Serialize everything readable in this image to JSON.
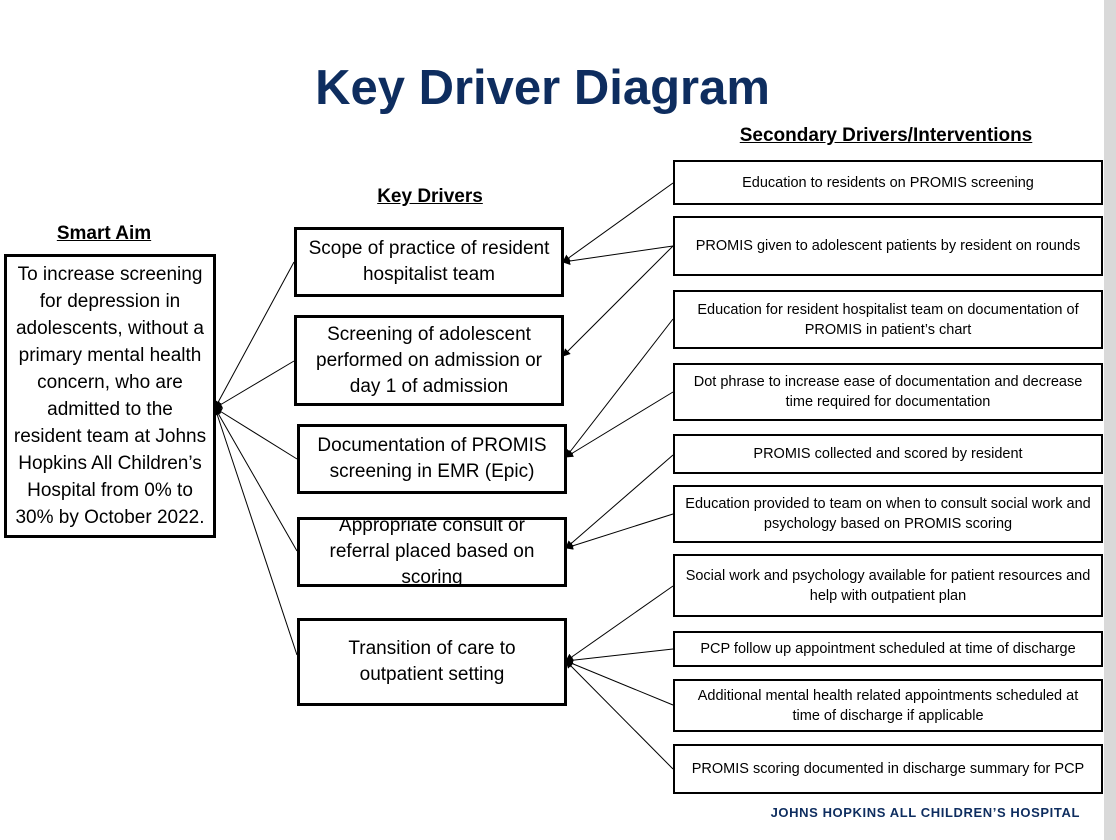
{
  "title": "Key Driver Diagram",
  "headings": {
    "smart_aim": "Smart Aim",
    "key_drivers": "Key Drivers",
    "secondary": "Secondary Drivers/Interventions"
  },
  "smart_aim_text": "To increase screening for depression in adolescents, without a primary mental health concern, who are admitted to the resident team at Johns Hopkins All Children’s Hospital from 0% to 30% by October 2022.",
  "key_drivers": [
    "Scope of practice of resident hospitalist team",
    "Screening of adolescent performed on admission or day 1 of admission",
    "Documentation of PROMIS screening in EMR (Epic)",
    "Appropriate consult or referral placed based on scoring",
    "Transition of care to outpatient setting"
  ],
  "secondary_drivers": [
    "Education to residents on PROMIS screening",
    "PROMIS given to adolescent patients by resident on rounds",
    "Education for resident hospitalist team on documentation of PROMIS in patient’s chart",
    "Dot phrase to increase ease of documentation and decrease time required for documentation",
    "PROMIS collected and scored by resident",
    "Education provided to team on when to consult social work and psychology based on PROMIS scoring",
    "Social work and psychology available for patient resources and help with outpatient plan",
    "PCP follow up appointment scheduled at time of discharge",
    "Additional mental health related appointments scheduled at time of discharge if applicable",
    "PROMIS scoring documented in discharge summary for PCP"
  ],
  "footer": "JOHNS HOPKINS ALL CHILDREN’S HOSPITAL",
  "colors": {
    "title": "#0e2d5f",
    "border": "#000000"
  }
}
